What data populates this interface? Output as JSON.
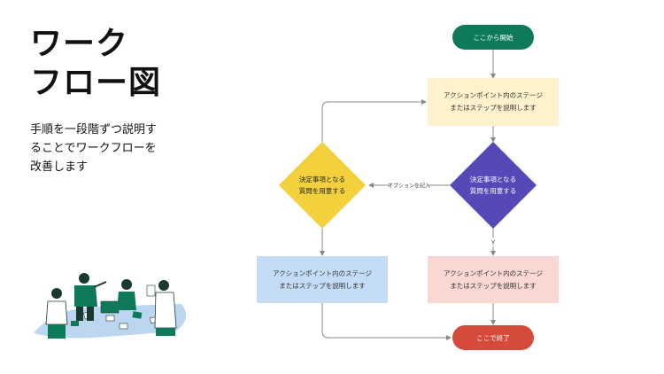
{
  "heading": {
    "line1": "ワーク",
    "line2": "フロー図"
  },
  "description": {
    "line1": "手順を一段階ずつ説明す",
    "line2": "ることでワークフローを",
    "line3": "改善します"
  },
  "flow": {
    "start_label": "ここから開始",
    "end_label": "ここで終了",
    "action_top": {
      "line1": "アクションポイント内のステージ",
      "line2": "またはステップを説明します"
    },
    "decision_right": {
      "line1": "決定事項となる",
      "line2": "質問を用意する"
    },
    "decision_left": {
      "line1": "決定事項となる",
      "line2": "質問を用意する"
    },
    "action_left": {
      "line1": "アクションポイント内のステージ",
      "line2": "またはステップを説明します"
    },
    "action_right": {
      "line1": "アクションポイント内のステージ",
      "line2": "またはステップを説明します"
    },
    "option_label": "オプションを記入",
    "yes_label": "Y"
  },
  "colors": {
    "start": "#0e7a5a",
    "end": "#d64a3b",
    "action_top": "#fdf2cc",
    "decision_right": "#5549b8",
    "decision_left": "#f2d13d",
    "action_left": "#c4dcf6",
    "action_right": "#f9d7d3",
    "connector": "#888888"
  },
  "illustration": {
    "name": "team-collaboration-illustration"
  }
}
